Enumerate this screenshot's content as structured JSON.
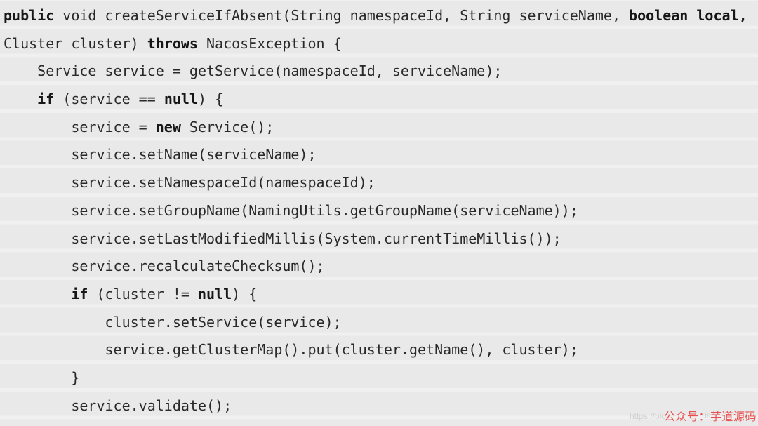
{
  "code": {
    "lines": [
      {
        "segments": [
          {
            "t": "public",
            "b": true
          },
          {
            "t": " void createServiceIfAbsent(String namespaceId, String serviceName, ",
            "b": false
          },
          {
            "t": "boolean local,",
            "b": true
          }
        ]
      },
      {
        "segments": [
          {
            "t": "Cluster cluster) ",
            "b": false
          },
          {
            "t": "throws",
            "b": true
          },
          {
            "t": " NacosException {",
            "b": false
          }
        ]
      },
      {
        "segments": [
          {
            "t": "    Service service = getService(namespaceId, serviceName);",
            "b": false
          }
        ]
      },
      {
        "segments": [
          {
            "t": "    ",
            "b": false
          },
          {
            "t": "if",
            "b": true
          },
          {
            "t": " (service == ",
            "b": false
          },
          {
            "t": "null",
            "b": true
          },
          {
            "t": ") {",
            "b": false
          }
        ]
      },
      {
        "segments": [
          {
            "t": "        service = ",
            "b": false
          },
          {
            "t": "new",
            "b": true
          },
          {
            "t": " Service();",
            "b": false
          }
        ]
      },
      {
        "segments": [
          {
            "t": "        service.setName(serviceName);",
            "b": false
          }
        ]
      },
      {
        "segments": [
          {
            "t": "        service.setNamespaceId(namespaceId);",
            "b": false
          }
        ]
      },
      {
        "segments": [
          {
            "t": "        service.setGroupName(NamingUtils.getGroupName(serviceName));",
            "b": false
          }
        ]
      },
      {
        "segments": [
          {
            "t": "        service.setLastModifiedMillis(System.currentTimeMillis());",
            "b": false
          }
        ]
      },
      {
        "segments": [
          {
            "t": "        service.recalculateChecksum();",
            "b": false
          }
        ]
      },
      {
        "segments": [
          {
            "t": "        ",
            "b": false
          },
          {
            "t": "if",
            "b": true
          },
          {
            "t": " (cluster != ",
            "b": false
          },
          {
            "t": "null",
            "b": true
          },
          {
            "t": ") {",
            "b": false
          }
        ]
      },
      {
        "segments": [
          {
            "t": "            cluster.setService(service);",
            "b": false
          }
        ]
      },
      {
        "segments": [
          {
            "t": "            service.getClusterMap().put(cluster.getName(), cluster);",
            "b": false
          }
        ]
      },
      {
        "segments": [
          {
            "t": "        }",
            "b": false
          }
        ]
      },
      {
        "segments": [
          {
            "t": "        service.validate();",
            "b": false
          }
        ]
      }
    ]
  },
  "watermark": {
    "url_fragment_left": "https://blo",
    "url_fragment_mid": "t/c",
    "label": "公众号：芋道源码",
    "label_color": "#e8504f",
    "url_color": "#d0d0d0"
  },
  "colors": {
    "background": "#e9e9e9",
    "code_text": "#292929",
    "keyword_text": "#161616"
  }
}
